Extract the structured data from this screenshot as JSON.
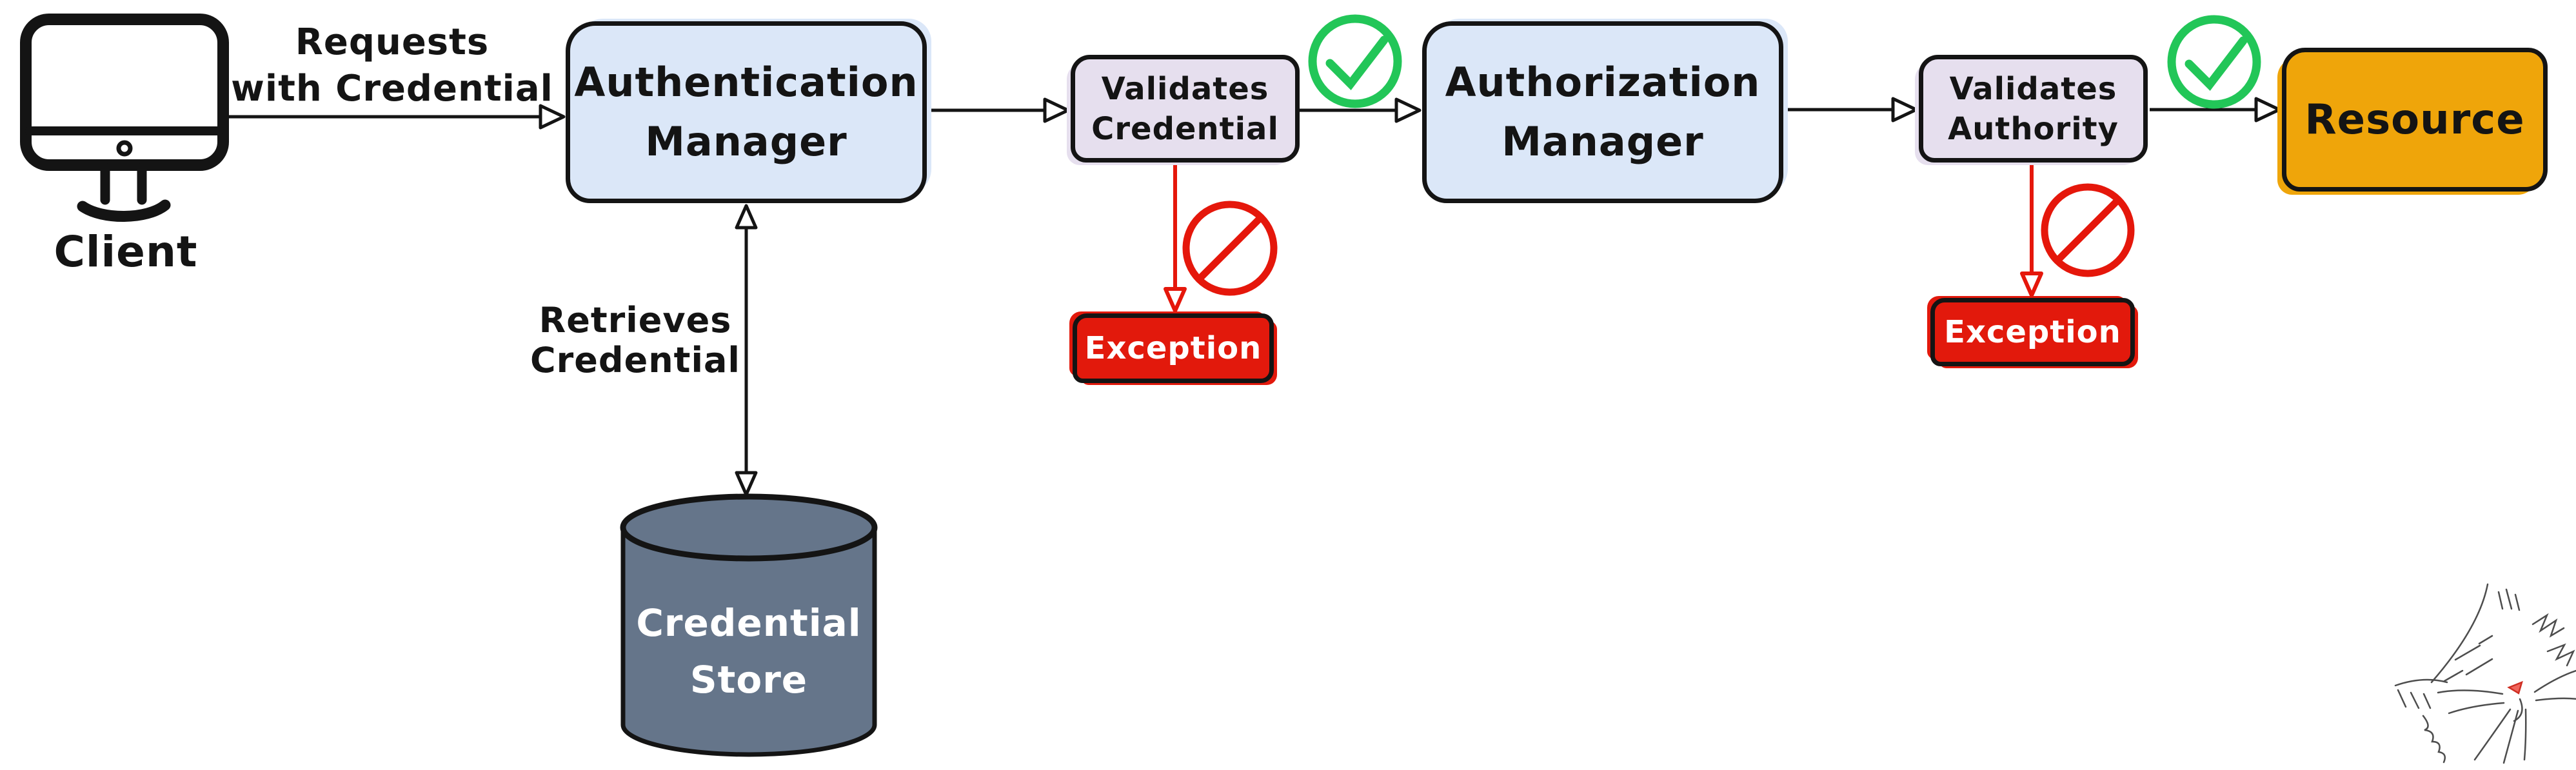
{
  "colors": {
    "node_fill_blue": "#dbe7f8",
    "node_fill_lavender": "#e6dfee",
    "node_fill_orange": "#efa50a",
    "node_fill_red": "#e2190c",
    "store_fill_slate": "#65758a",
    "success_green": "#22c658",
    "error_red": "#e5170b",
    "ink_black": "#141414"
  },
  "icons": {
    "client": "desktop-monitor-icon",
    "store": "database-cylinder-icon",
    "success": "check-circle-icon",
    "failure": "no-entry-icon",
    "decoration": "cat-sketch"
  },
  "client": {
    "label": "Client"
  },
  "edges": {
    "requests": {
      "line1": "Requests",
      "line2": "with Credential"
    },
    "retrieves": {
      "line1": "Retrieves",
      "line2": "Credential"
    }
  },
  "nodes": {
    "authentication_manager": {
      "line1": "Authentication",
      "line2": "Manager"
    },
    "validates_credential": {
      "line1": "Validates",
      "line2": "Credential"
    },
    "authorization_manager": {
      "line1": "Authorization",
      "line2": "Manager"
    },
    "validates_authority": {
      "line1": "Validates",
      "line2": "Authority"
    },
    "resource": {
      "label": "Resource"
    },
    "exception_after_credential": {
      "label": "Exception"
    },
    "exception_after_authority": {
      "label": "Exception"
    },
    "credential_store": {
      "line1": "Credential",
      "line2": "Store"
    }
  }
}
